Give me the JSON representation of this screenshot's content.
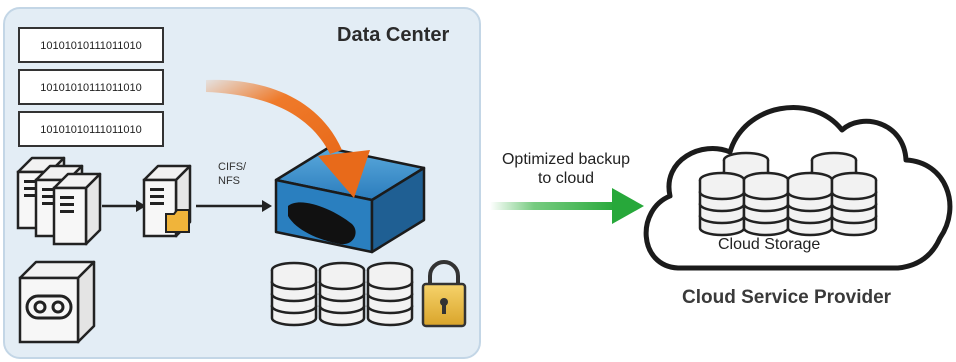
{
  "data_center": {
    "title": "Data Center",
    "binary_blocks": [
      "10101010111011010",
      "10101010111011010",
      "10101010111011010"
    ],
    "protocol_label": "CIFS/\nNFS"
  },
  "transfer": {
    "label": "Optimized backup\nto cloud"
  },
  "cloud": {
    "storage_label": "Cloud Storage",
    "provider_label": "Cloud Service Provider"
  },
  "colors": {
    "panel_bg": "#e3edf5",
    "appliance_blue": "#2a7fbf",
    "orange_arrow": "#ef7a2a",
    "green_arrow": "#3cb54a"
  }
}
